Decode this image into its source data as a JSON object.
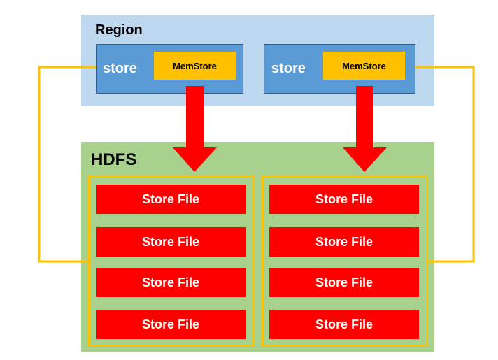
{
  "region": {
    "title": "Region",
    "stores": [
      {
        "label": "store",
        "memstore": "MemStore"
      },
      {
        "label": "store",
        "memstore": "MemStore"
      }
    ]
  },
  "hdfs": {
    "title": "HDFS",
    "groups": [
      {
        "files": [
          "Store File",
          "Store File",
          "Store File",
          "Store File"
        ]
      },
      {
        "files": [
          "Store File",
          "Store File",
          "Store File",
          "Store File"
        ]
      }
    ]
  },
  "colors": {
    "region_bg": "#bdd7ee",
    "store_bg": "#5b9bd5",
    "memstore_bg": "#ffc000",
    "hdfs_bg": "#a9d18e",
    "store_file_bg": "#ff0000",
    "flush_arrow": "#ff0000",
    "connector_line": "#ffc000"
  }
}
